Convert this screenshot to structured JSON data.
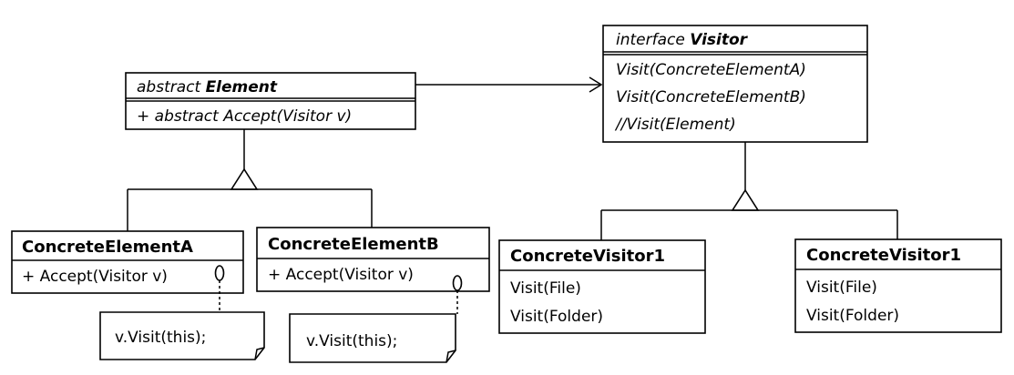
{
  "element": {
    "title_prefix": "abstract",
    "title_name": "Element",
    "method": "+ abstract Accept(Visitor v)"
  },
  "visitor": {
    "title_prefix": "interface",
    "title_name": "Visitor",
    "methods": [
      "Visit(ConcreteElementA)",
      "Visit(ConcreteElementB)",
      "//Visit(Element)"
    ]
  },
  "concrete_a": {
    "title": "ConcreteElementA",
    "method": "+ Accept(Visitor v)",
    "note": "v.Visit(this);"
  },
  "concrete_b": {
    "title": "ConcreteElementB",
    "method": "+ Accept(Visitor v)",
    "note": "v.Visit(this);"
  },
  "visitor1_left": {
    "title": "ConcreteVisitor1",
    "methods": [
      "Visit(File)",
      "Visit(Folder)"
    ]
  },
  "visitor1_right": {
    "title": "ConcreteVisitor1",
    "methods": [
      "Visit(File)",
      "Visit(Folder)"
    ]
  }
}
